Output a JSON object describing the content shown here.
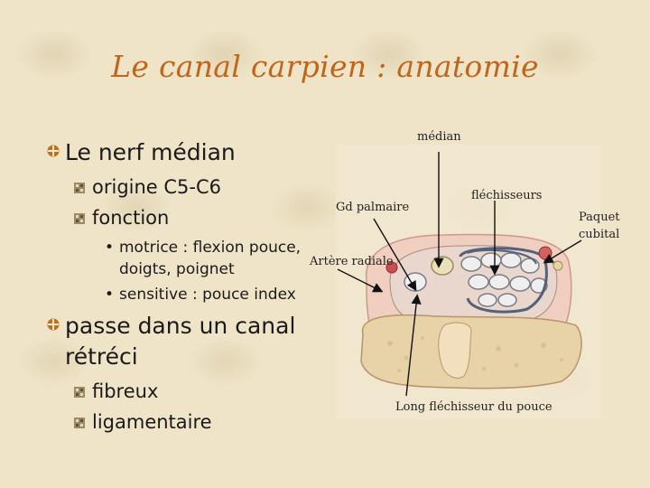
{
  "slide": {
    "title": "Le canal carpien : anatomie",
    "bullets": [
      {
        "text": "Le nerf médian",
        "children": [
          {
            "text": "origine C5-C6"
          },
          {
            "text": "fonction"
          }
        ],
        "sub_items": [
          {
            "line1": "motrice : flexion pouce,",
            "line2": "doigts, poignet"
          },
          {
            "line1": "sensitive : pouce index"
          }
        ]
      },
      {
        "line1": "passe dans un canal",
        "line2": "rétréci",
        "children": [
          {
            "text": "fibreux"
          },
          {
            "text": "ligamentaire"
          }
        ]
      }
    ],
    "bullet_marks": {
      "l3": "•"
    }
  },
  "diagram": {
    "labels": {
      "median": "médian",
      "gd_palmaire": "Gd palmaire",
      "flechisseurs": "fléchisseurs",
      "paquet_cubital_1": "Paquet",
      "paquet_cubital_2": "cubital",
      "artere_radiale": "Artère radiale",
      "long_flechisseur": "Long fléchisseur du pouce"
    }
  },
  "colors": {
    "title": "#c0661b",
    "bullet_l1": "#b8741e",
    "bullet_l2": "#8a7a5a",
    "background": "#efe4c8",
    "text": "#1a1a1a"
  }
}
